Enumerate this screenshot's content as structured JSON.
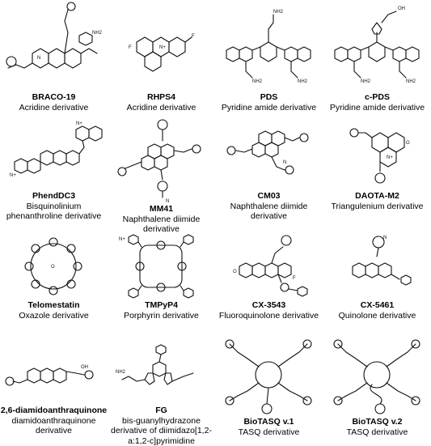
{
  "compounds": [
    {
      "name": "BRACO-19",
      "description": "Acridine derivative"
    },
    {
      "name": "RHPS4",
      "description": "Acridine derivative"
    },
    {
      "name": "PDS",
      "description": "Pyridine amide derivative"
    },
    {
      "name": "c-PDS",
      "description": "Pyridine amide derivative"
    },
    {
      "name": "PhendDC3",
      "description": "Bisquinolinium phenanthroline derivative"
    },
    {
      "name": "MM41",
      "description": "Naphthalene diimide derivative"
    },
    {
      "name": "CM03",
      "description": "Naphthalene diimide derivative"
    },
    {
      "name": "DAOTA-M2",
      "description": "Triangulenium derivative"
    },
    {
      "name": "Telomestatin",
      "description": "Oxazole derivative"
    },
    {
      "name": "TMPyP4",
      "description": "Porphyrin derivative"
    },
    {
      "name": "CX-3543",
      "description": "Fluoroquinolone derivative"
    },
    {
      "name": "CX-5461",
      "description": "Quinolone derivative"
    },
    {
      "name": "2,6-diamidoanthraquinone",
      "description": "diamidoanthraquinone derivative"
    },
    {
      "name": "FG",
      "description": "bis-guanylhydrazone derivative of diimidazo[1,2-a:1,2-c]pyrimidine"
    },
    {
      "name": "BioTASQ v.1",
      "description": "TASQ derivative"
    },
    {
      "name": "BioTASQ v.2",
      "description": "TASQ derivative"
    }
  ],
  "atom_labels": {
    "amine": "NH2",
    "nitrogen": "N",
    "nitrogen_cation": "N+",
    "oxygen": "O",
    "fluorine": "F",
    "hydroxyl": "OH"
  }
}
